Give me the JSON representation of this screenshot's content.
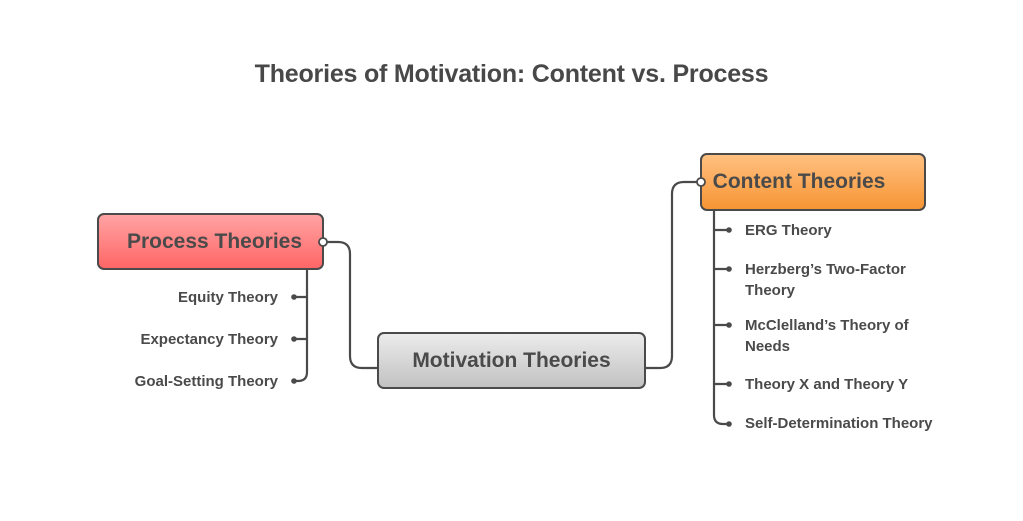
{
  "title": "Theories of Motivation: Content vs. Process",
  "central": {
    "label": "Motivation Theories",
    "color": "#d6d6d6"
  },
  "process": {
    "label": "Process Theories",
    "color": "#ff7f7f",
    "items": [
      "Equity Theory",
      "Expectancy Theory",
      "Goal-Setting Theory"
    ]
  },
  "content": {
    "label": "Content Theories",
    "color": "#fba651",
    "items": [
      "ERG Theory",
      "Herzberg’s Two-Factor Theory",
      "McClelland’s Theory of Needs",
      "Theory X and Theory Y",
      "Self-Determination Theory"
    ]
  }
}
